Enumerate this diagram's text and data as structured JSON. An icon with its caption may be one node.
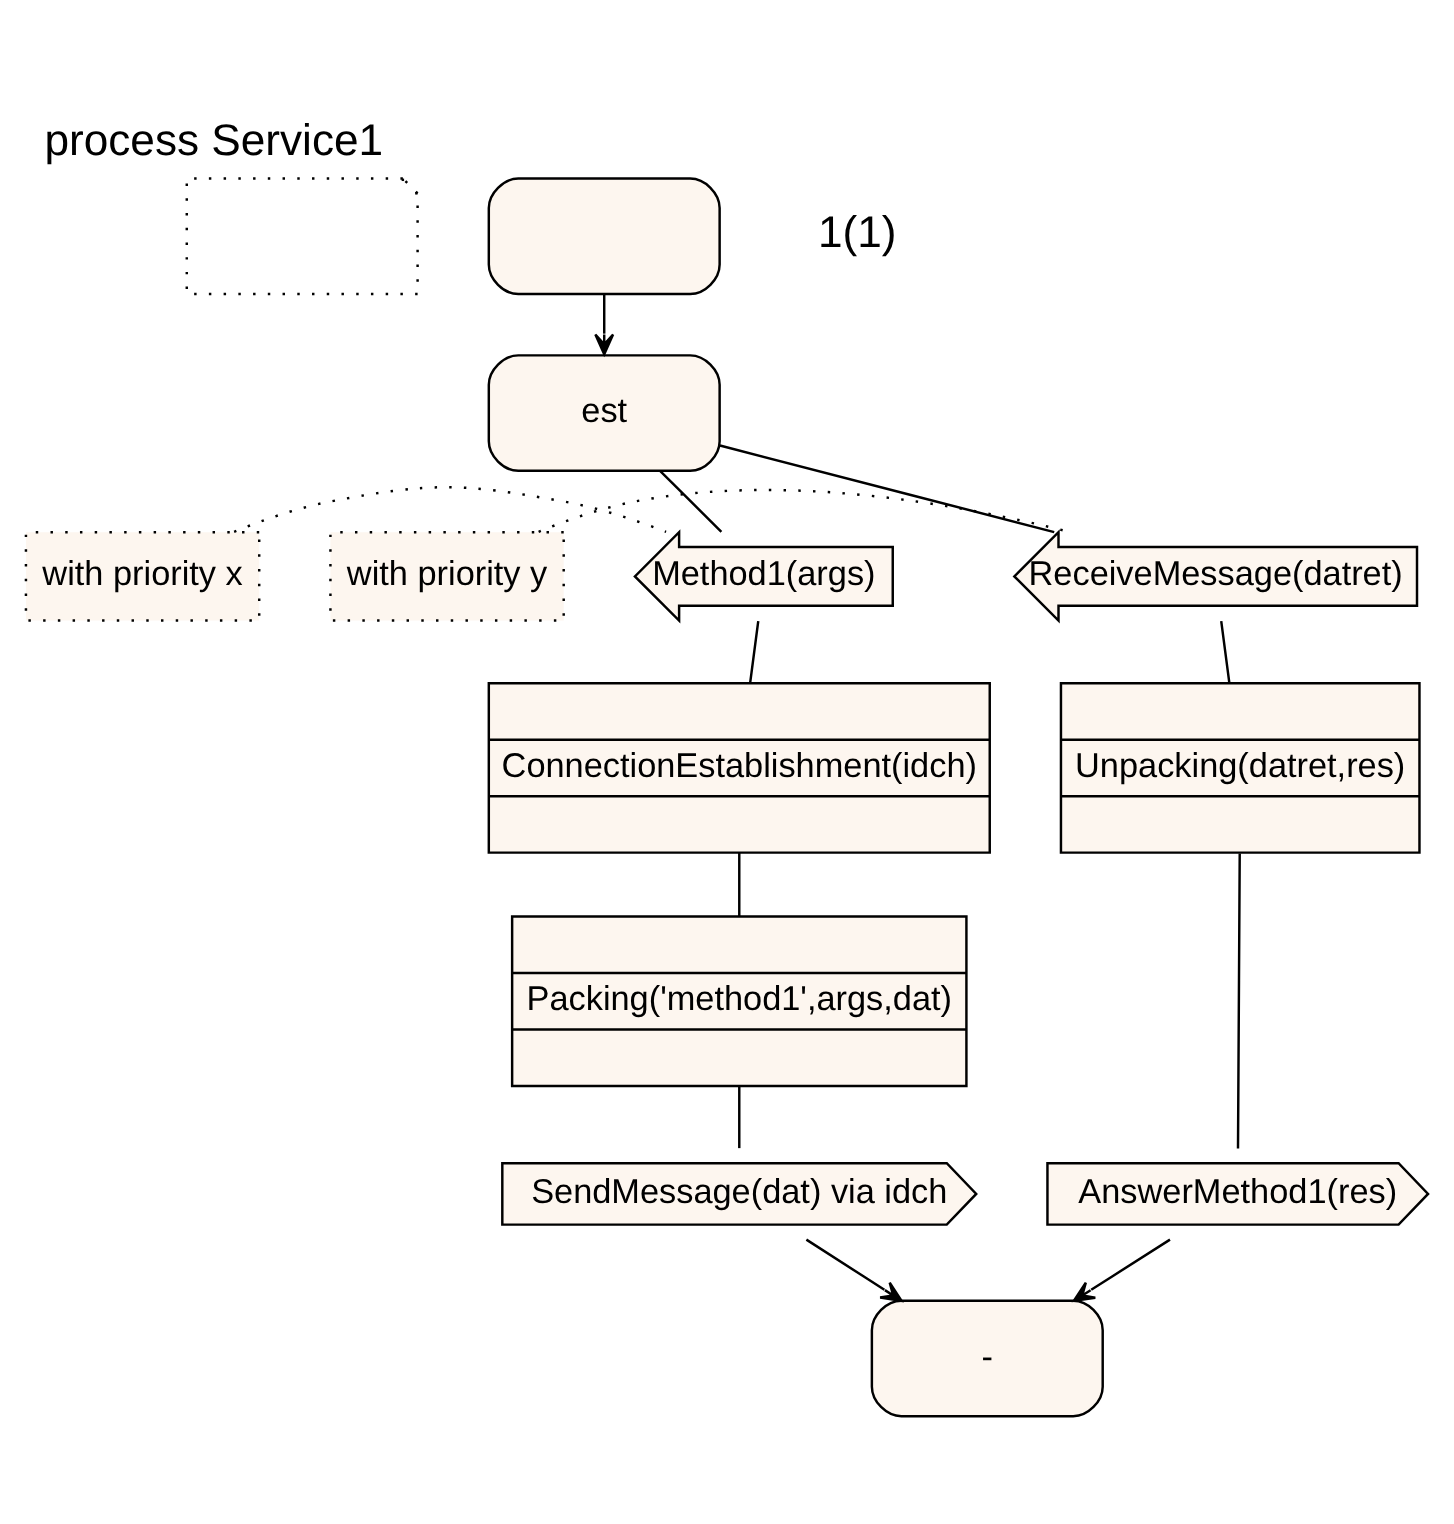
{
  "diagram": {
    "title": "process Service1",
    "nodes": [
      {
        "text": [],
        "shape": "note"
      },
      {
        "text": [],
        "shape": "oval"
      },
      {
        "text": [
          "est"
        ]
      },
      {
        "text": [
          "with priority x"
        ]
      },
      {
        "text": [
          "with priority y"
        ]
      },
      {
        "text": [
          "Method1(args)"
        ]
      },
      {
        "text": [
          "ReceiveMessage(datret)"
        ]
      },
      {
        "text": [
          "ConnectionEstablishment(idch)"
        ]
      },
      {
        "text": [
          "Unpacking(datret,res)"
        ]
      },
      {
        "text": [
          "Packing('method1',args,dat)"
        ]
      },
      {
        "text": [
          "AnswerMethod1(res)"
        ]
      },
      {
        "text": [
          "SendMessage(dat) via idch"
        ]
      },
      {
        "text": [
          "-"
        ]
      }
    ],
    "edges": [
      {
        "from": 1,
        "to": 2,
        "arrow": "to"
      },
      {
        "from": 2,
        "to": 5,
        "arrow": "none"
      },
      {
        "from": 2,
        "to": 6,
        "arrow": "none"
      },
      {
        "from": 3,
        "to": 5,
        "arrow": "none",
        "style": "dashed"
      },
      {
        "from": 4,
        "to": 6,
        "arrow": "none",
        "style": "dashed"
      },
      {
        "from": 5,
        "to": 7,
        "arrow": "none"
      },
      {
        "from": 6,
        "to": 8,
        "arrow": "none"
      },
      {
        "from": 7,
        "to": 9,
        "arrow": "none"
      },
      {
        "from": 8,
        "to": 10,
        "arrow": "none"
      },
      {
        "from": 9,
        "to": 11,
        "arrow": "none"
      },
      {
        "from": 10,
        "to": 12,
        "arrow": "to"
      },
      {
        "from": 11,
        "to": 12,
        "arrow": "to"
      }
    ],
    "labels": [
      "1(1)"
    ]
  }
}
